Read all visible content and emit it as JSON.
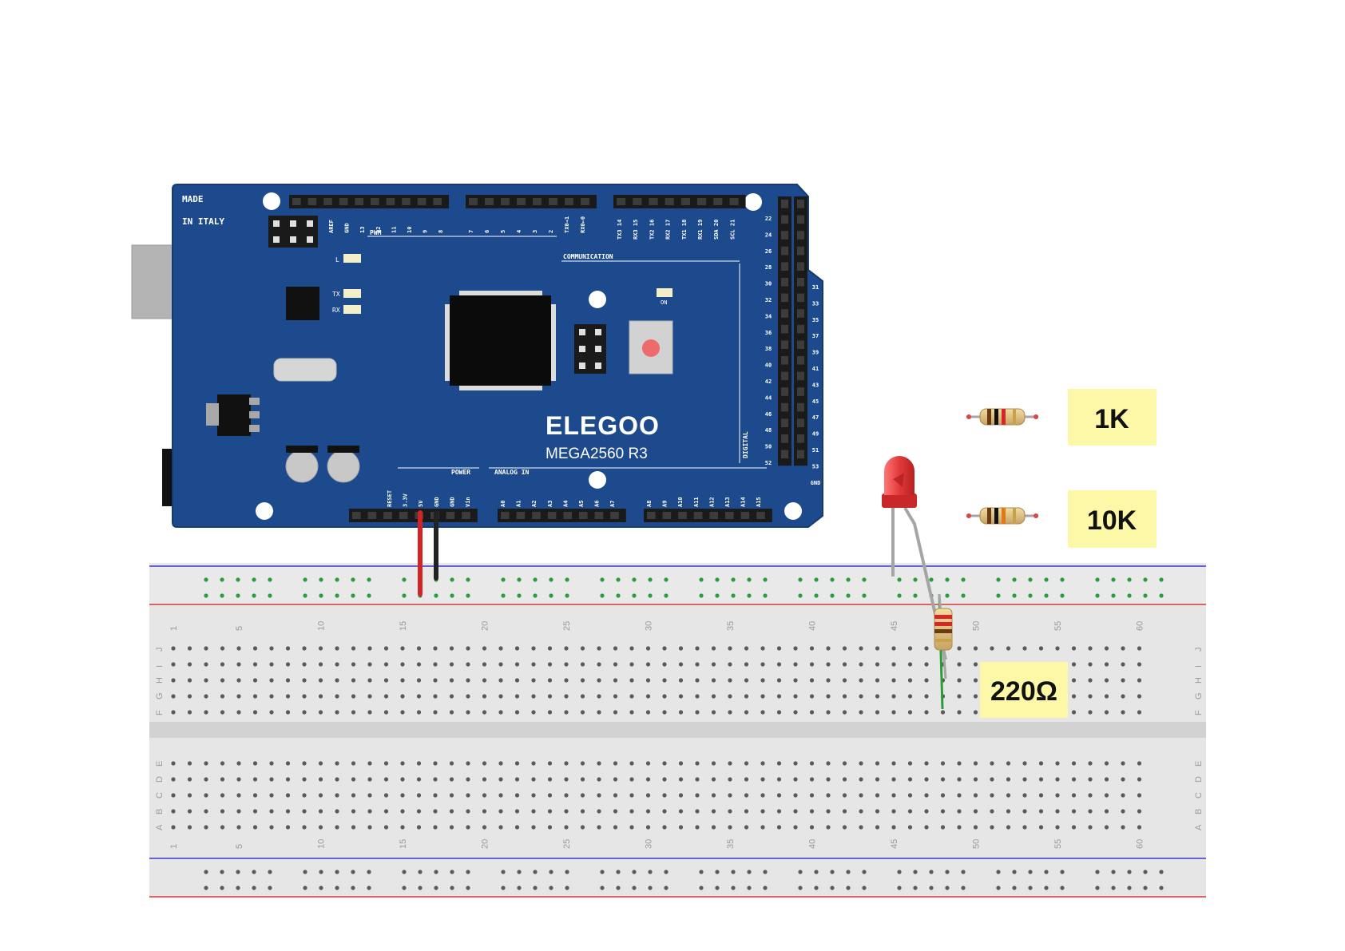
{
  "board": {
    "made_line1": "MADE",
    "made_line2": "IN ITALY",
    "pwm": "PWM",
    "communication": "COMMUNICATION",
    "led_l": "L",
    "led_tx": "TX",
    "led_rx": "RX",
    "led_on": "ON",
    "brand": "ELEGOO",
    "model": "MEGA2560  R3",
    "power": "POWER",
    "analog_in": "ANALOG   IN",
    "digital": "DIGITAL",
    "top_pins_a": [
      "AREF",
      "GND",
      "13",
      "12",
      "11",
      "10",
      "9",
      "8"
    ],
    "top_pins_b": [
      "7",
      "6",
      "5",
      "4",
      "3",
      "2",
      "TX0→1",
      "RX0←0"
    ],
    "top_pins_c": [
      "TX3 14",
      "RX3 15",
      "TX2 16",
      "RX2 17",
      "TX1 18",
      "RX1 19",
      "SDA 20",
      "SCL 21"
    ],
    "bottom_power_pins": [
      "RESET",
      "3.3V",
      "5V",
      "GND",
      "GND",
      "Vin"
    ],
    "bottom_analog_a": [
      "A0",
      "A1",
      "A2",
      "A3",
      "A4",
      "A5",
      "A6",
      "A7"
    ],
    "bottom_analog_b": [
      "A8",
      "A9",
      "A10",
      "A11",
      "A12",
      "A13",
      "A14",
      "A15"
    ],
    "right_pins_left": [
      "22",
      "24",
      "26",
      "28",
      "30",
      "32",
      "34",
      "36",
      "38",
      "40",
      "42",
      "44",
      "46",
      "48",
      "50",
      "52"
    ],
    "right_pins_right": [
      "31",
      "33",
      "35",
      "37",
      "39",
      "41",
      "43",
      "45",
      "47",
      "49",
      "51",
      "53",
      "GND"
    ]
  },
  "breadboard": {
    "column_numbers": [
      "1",
      "5",
      "10",
      "15",
      "20",
      "25",
      "30",
      "35",
      "40",
      "45",
      "50",
      "55",
      "60"
    ],
    "rows_top": [
      "J",
      "I",
      "H",
      "G",
      "F"
    ],
    "rows_bottom": [
      "E",
      "D",
      "C",
      "B",
      "A"
    ]
  },
  "labels": {
    "r_1k": "1K",
    "r_10k": "10K",
    "r_220": "220Ω"
  },
  "colors": {
    "board_blue": "#1d4a8c",
    "wire_red": "#d22424",
    "wire_black": "#222222",
    "label_bg": "#fdf8a8",
    "led_red": "#e23a3a",
    "hole_green": "#2f9a3a"
  }
}
